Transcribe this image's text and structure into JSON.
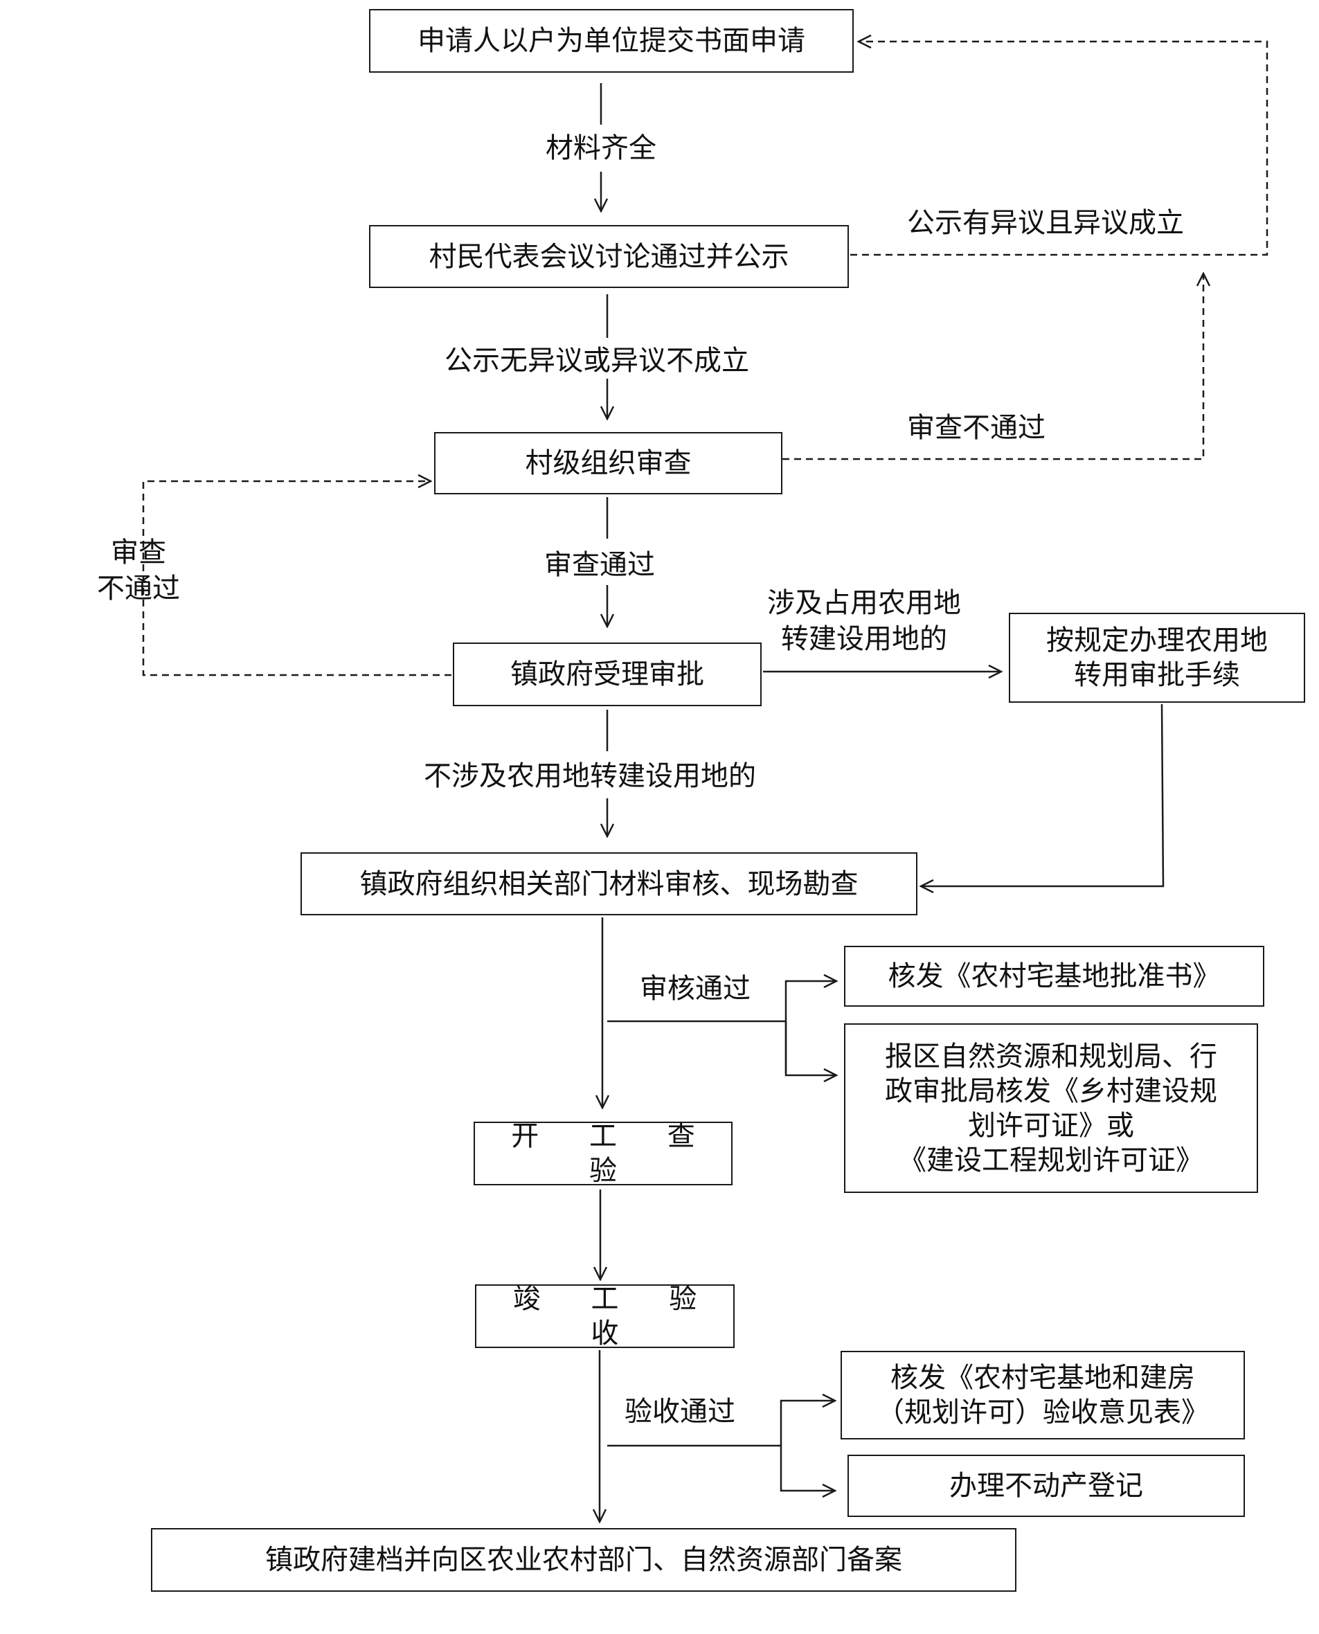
{
  "nodes": {
    "apply": "申请人以户为单位提交书面申请",
    "village_rep": "村民代表会议讨论通过并公示",
    "village_review": "村级组织审查",
    "town_accept": "镇政府受理审批",
    "farmland_conv": [
      "按规定办理农用地",
      "转用审批手续"
    ],
    "town_check": "镇政府组织相关部门材料审核、现场勘查",
    "cert_homestead": "核发《农村宅基地批准书》",
    "planning_permit": [
      "报区自然资源和规划局、行",
      "政审批局核发《乡村建设规",
      "划许可证》或",
      "《建设工程规划许可证》"
    ],
    "start_inspect": "开 工 查 验",
    "completion": "竣 工 验 收",
    "acceptance_form": [
      "核发《农村宅基地和建房",
      "（规划许可）验收意见表》"
    ],
    "property_reg": "办理不动产登记",
    "archive": "镇政府建档并向区农业农村部门、自然资源部门备案"
  },
  "edge_labels": {
    "materials_complete": "材料齐全",
    "objection_upheld": "公示有异议且异议成立",
    "no_objection": "公示无异议或异议不成立",
    "review_fail_right": "审查不通过",
    "review_fail_left": [
      "审查",
      "不通过"
    ],
    "review_pass": "审查通过",
    "involves_farmland": [
      "涉及占用农用地",
      "转建设用地的"
    ],
    "no_farmland": "不涉及农用地转建设用地的",
    "audit_pass": "审核通过",
    "acceptance_pass": "验收通过"
  }
}
